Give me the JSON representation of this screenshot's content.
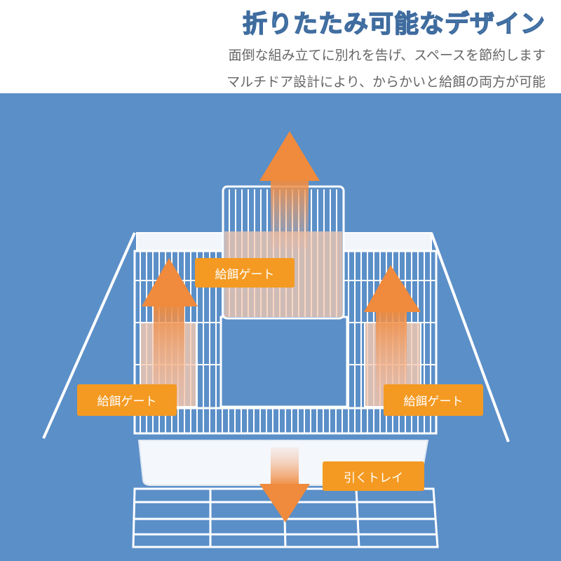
{
  "header": {
    "title": "折りたたみ可能なデザイン",
    "subtitle_line1": "面倒な組み立てに別れを告げ、スペースを節約します",
    "subtitle_line2": "マルチドア設計により、からかいと給餌の両方が可能"
  },
  "labels": {
    "top_gate": "給餌ゲート",
    "left_gate": "給餌ゲート",
    "right_gate": "給餌ゲート",
    "tray": "引くトレイ"
  },
  "colors": {
    "background_blue": "#5b8fc8",
    "label_orange": "#f49a22",
    "arrow_orange": "#f08a3c",
    "cage_white": "#ffffff"
  }
}
